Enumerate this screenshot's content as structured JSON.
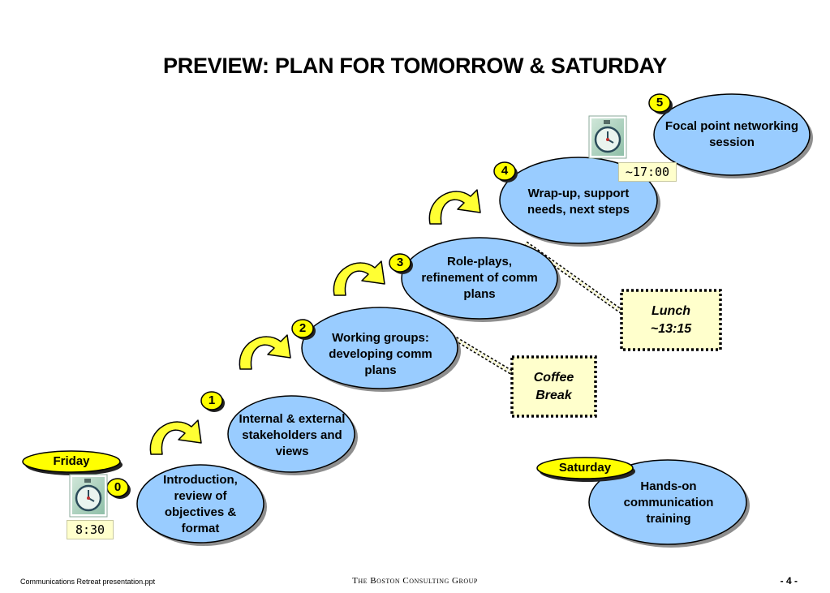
{
  "title": "PREVIEW: PLAN FOR TOMORROW & SATURDAY",
  "steps": [
    {
      "number": "0",
      "text": "Introduction, review of objectives & format"
    },
    {
      "number": "1",
      "text": "Internal & external stakeholders and views"
    },
    {
      "number": "2",
      "text": "Working groups: developing comm plans"
    },
    {
      "number": "3",
      "text": "Role-plays, refinement of comm plans"
    },
    {
      "number": "4",
      "text": "Wrap-up, support needs, next steps"
    },
    {
      "number": "5",
      "text": "Focal point networking session"
    }
  ],
  "saturday_session": {
    "text": "Hands-on communication training"
  },
  "days": {
    "friday": "Friday",
    "saturday": "Saturday"
  },
  "breaks": {
    "coffee": "Coffee Break",
    "lunch_label": "Lunch",
    "lunch_time": "~13:15"
  },
  "times": {
    "start": "8:30",
    "end": "~17:00"
  },
  "icons": {
    "clock": "stopwatch-icon",
    "arrow": "curved-arrow-icon"
  },
  "colors": {
    "ellipse_fill": "#99ccff",
    "badge_fill": "#ffff00",
    "break_fill": "#ffffcc",
    "time_fill": "#ffffcc"
  },
  "footer": {
    "left": "Communications Retreat presentation.ppt",
    "center": "The Boston Consulting Group",
    "right": "- 4 -"
  }
}
